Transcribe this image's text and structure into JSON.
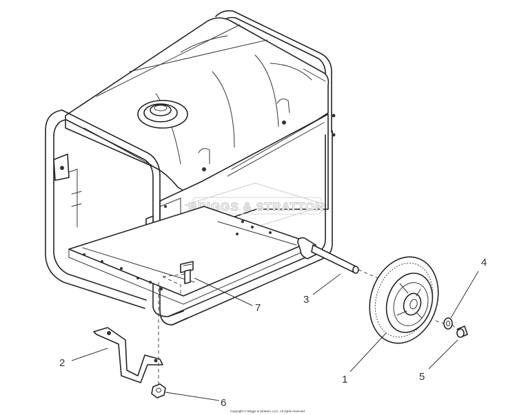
{
  "diagram": {
    "callouts": [
      {
        "id": "1",
        "label": "1"
      },
      {
        "id": "2",
        "label": "2"
      },
      {
        "id": "3",
        "label": "3"
      },
      {
        "id": "4",
        "label": "4"
      },
      {
        "id": "5",
        "label": "5"
      },
      {
        "id": "6",
        "label": "6"
      },
      {
        "id": "7",
        "label": "7"
      }
    ],
    "watermark": "BRIGGS & STRATTON",
    "copyright": "Copyright © Briggs & Stratton, LLC. All rights reserved."
  }
}
